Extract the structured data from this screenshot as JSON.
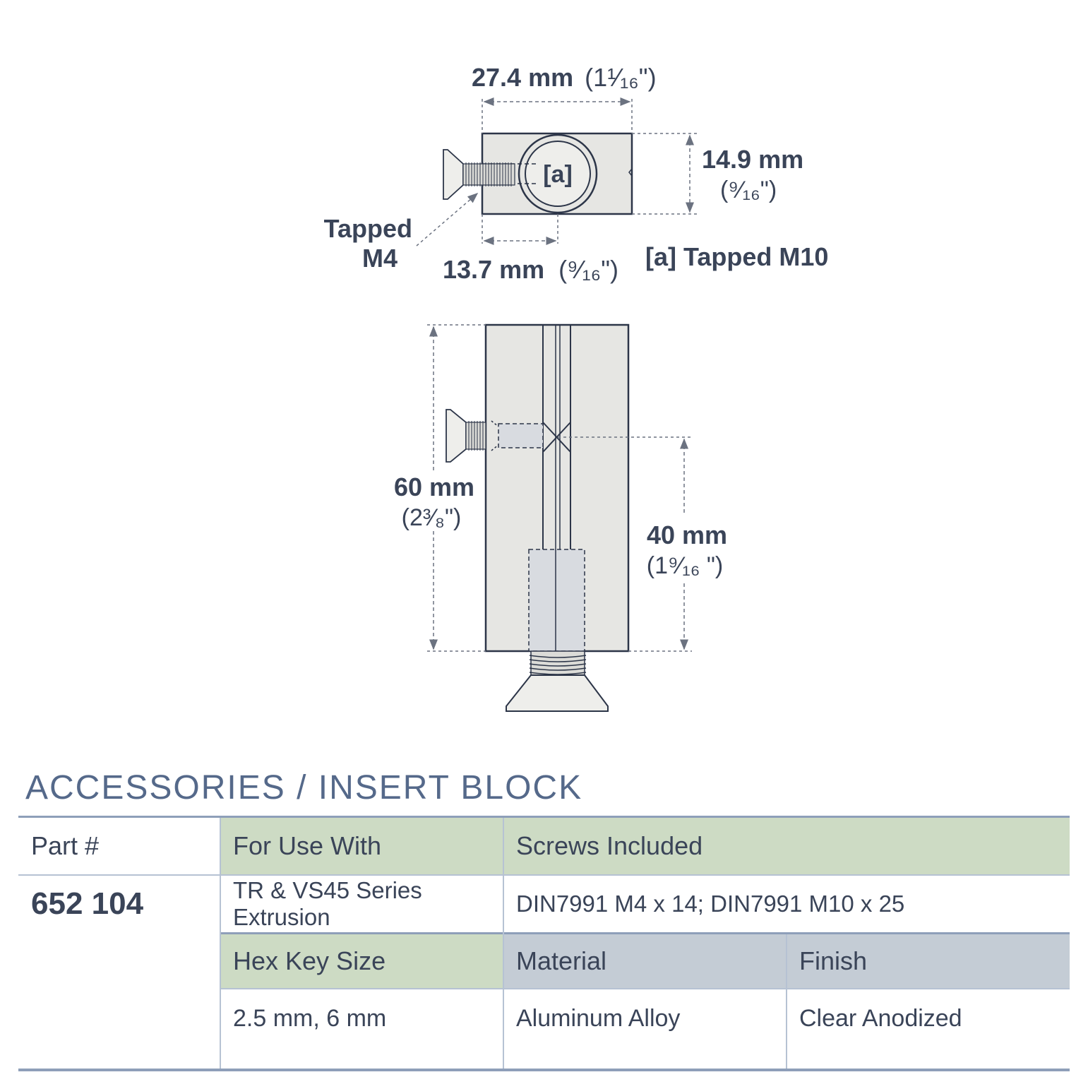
{
  "diagram": {
    "top_view": {
      "width_label": "27.4 mm",
      "width_fraction": "(1¹⁄₁₆\")",
      "height_label": "14.9 mm",
      "height_fraction": "(⁹⁄₁₆\")",
      "offset_label": "13.7 mm",
      "offset_fraction": "(⁹⁄₁₆\")",
      "hole_marker": "[a]",
      "tapped_m4_line1": "Tapped",
      "tapped_m4_line2": "M4",
      "note_a": "[a] Tapped M10"
    },
    "side_view": {
      "length_label": "60 mm",
      "length_fraction": "(2³⁄₈\")",
      "hole_label": "40 mm",
      "hole_fraction": "(1⁹⁄₁₆ \")"
    }
  },
  "section": {
    "title": "ACCESSORIES / INSERT BLOCK"
  },
  "table": {
    "part_header": "Part #",
    "part_number": "652 104",
    "for_use_with_header": "For Use With",
    "for_use_with_value": "TR & VS45 Series Extrusion",
    "screws_header": "Screws Included",
    "screws_value": "DIN7991 M4 x 14; DIN7991 M10 x 25",
    "hex_header": "Hex Key Size",
    "hex_value": "2.5 mm, 6 mm",
    "material_header": "Material",
    "material_value": "Aluminum Alloy",
    "finish_header": "Finish",
    "finish_value": "Clear Anodized"
  },
  "colors": {
    "ink": "#3a4458",
    "title_blue": "#55698a",
    "header_green": "#cddbc4",
    "header_grey": "#c4ccd5",
    "rule": "#8e9fb9",
    "part_fill": "#e6e6e3"
  }
}
